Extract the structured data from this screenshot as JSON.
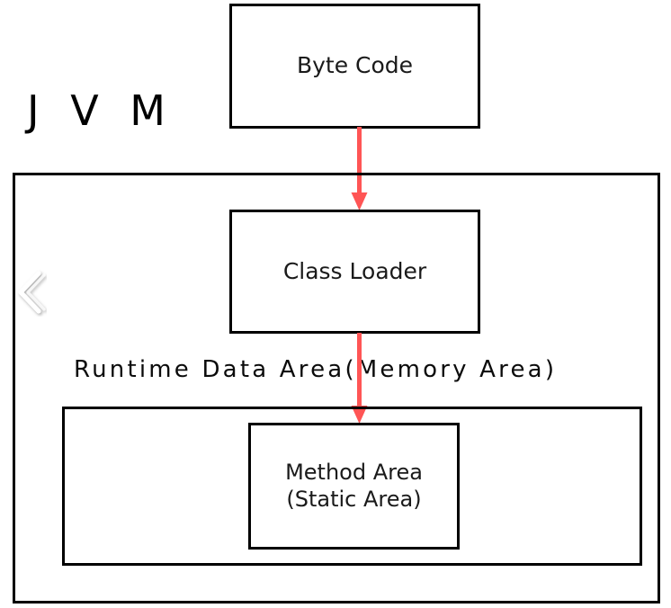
{
  "diagram": {
    "title_label": "J V M",
    "nodes": {
      "byte_code": {
        "label": "Byte Code"
      },
      "class_loader": {
        "label": "Class Loader"
      },
      "runtime_data_area": {
        "label": "Runtime Data Area(Memory Area)"
      },
      "method_area": {
        "line1": "Method Area",
        "line2": "(Static Area)"
      }
    },
    "edges": [
      {
        "from": "byte_code",
        "to": "class_loader",
        "color": "#ff5555",
        "style": "solid-arrow-down"
      },
      {
        "from": "class_loader",
        "to": "method_area",
        "color": "#ff5555",
        "style": "solid-arrow-down"
      }
    ],
    "icons": {
      "collapse_chevron": "chevron-left-icon"
    },
    "colors": {
      "box_border": "#000000",
      "arrow": "#ff5555",
      "text": "#111111",
      "background": "#ffffff",
      "chevron_fill": "#ffffff",
      "chevron_stroke": "#c9c9c9"
    }
  }
}
